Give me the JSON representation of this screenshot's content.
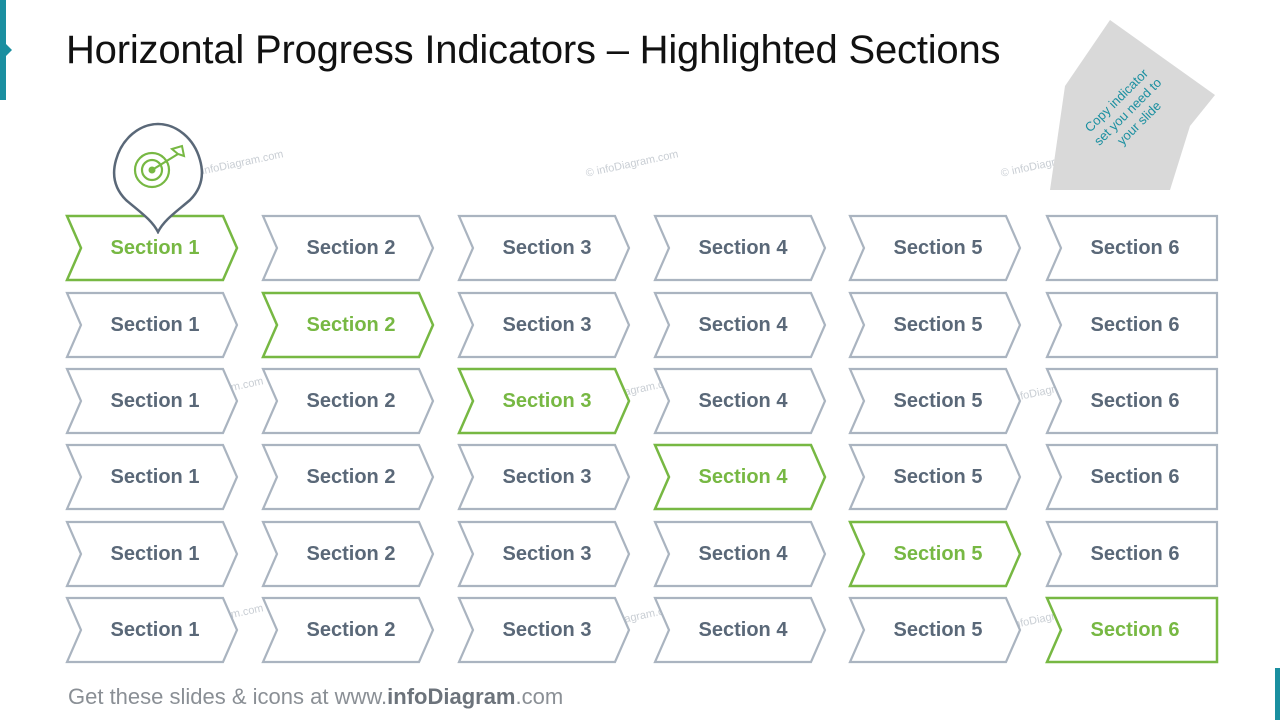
{
  "title": "Horizontal Progress Indicators – Highlighted Sections",
  "callout": {
    "lines": [
      "Copy indicator",
      "set you need to",
      "your slide"
    ],
    "arrow_color": "#d9d9d9",
    "text_color": "#1a8fa0"
  },
  "colors": {
    "highlight": "#77b843",
    "normal_stroke": "#aab4c0",
    "normal_text": "#5a6878",
    "accent": "#1a8fa0"
  },
  "pin_icon": "target-icon",
  "watermark": "© infoDiagram.com",
  "rows": [
    {
      "highlight": 1,
      "labels": [
        "Section 1",
        "Section 2",
        "Section 3",
        "Section 4",
        "Section 5",
        "Section 6"
      ]
    },
    {
      "highlight": 2,
      "labels": [
        "Section 1",
        "Section 2",
        "Section 3",
        "Section 4",
        "Section 5",
        "Section 6"
      ]
    },
    {
      "highlight": 3,
      "labels": [
        "Section 1",
        "Section 2",
        "Section 3",
        "Section 4",
        "Section 5",
        "Section 6"
      ]
    },
    {
      "highlight": 4,
      "labels": [
        "Section 1",
        "Section 2",
        "Section 3",
        "Section 4",
        "Section 5",
        "Section 6"
      ]
    },
    {
      "highlight": 5,
      "labels": [
        "Section 1",
        "Section 2",
        "Section 3",
        "Section 4",
        "Section 5",
        "Section 6"
      ]
    },
    {
      "highlight": 6,
      "labels": [
        "Section 1",
        "Section 2",
        "Section 3",
        "Section 4",
        "Section 5",
        "Section 6"
      ]
    }
  ],
  "footer": {
    "prefix": "Get these slides & icons at www.",
    "brand": "infoDiagram",
    "suffix": ".com"
  }
}
